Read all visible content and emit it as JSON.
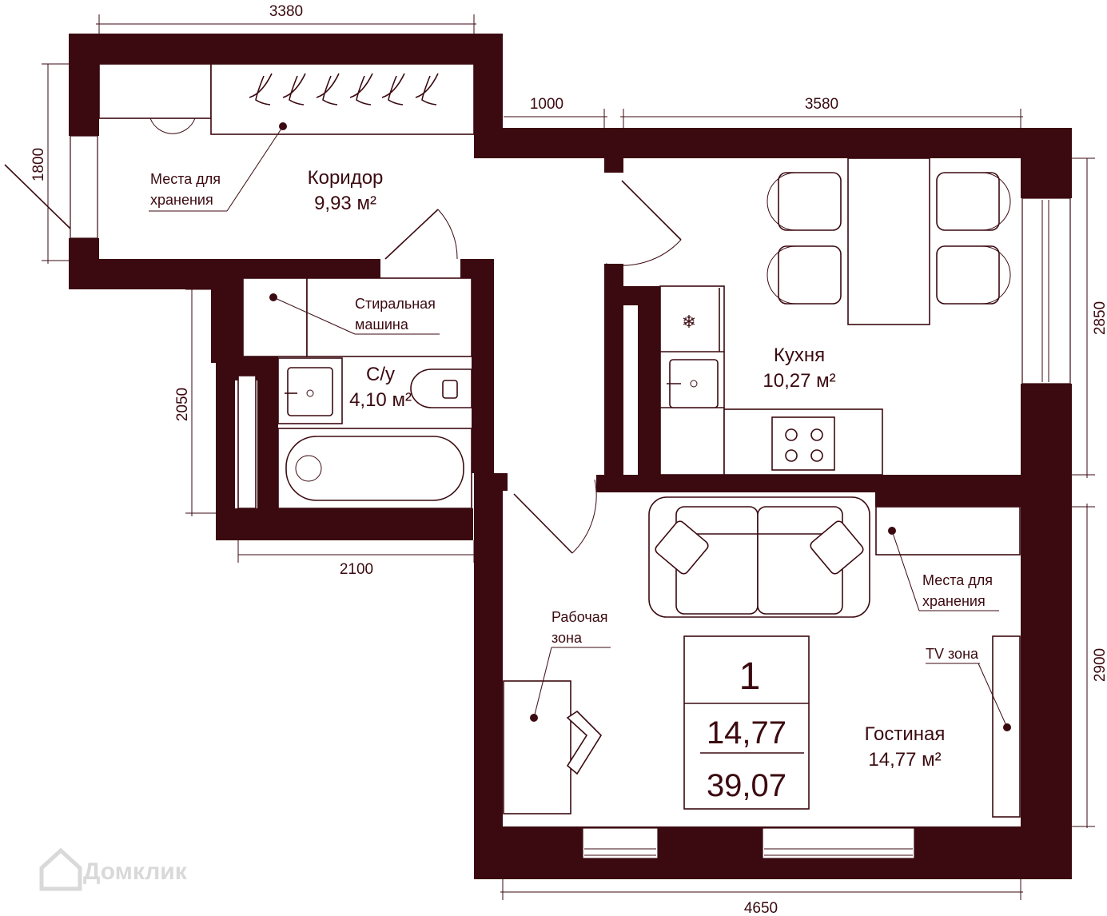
{
  "dimensions": {
    "top_left": "3380",
    "left_corridor": "1800",
    "door_gap": "1000",
    "kitchen_width": "3580",
    "kitchen_height": "2850",
    "bathroom_height": "2050",
    "bathroom_width": "2100",
    "living_height": "2900",
    "living_width": "4650"
  },
  "rooms": {
    "corridor": {
      "name": "Коридор",
      "area": "9,93 м²"
    },
    "bathroom": {
      "name": "С/у",
      "area": "4,10  м²"
    },
    "kitchen": {
      "name": "Кухня",
      "area": "10,27 м²"
    },
    "living": {
      "name": "Гостиная",
      "area": "14,77 м²"
    }
  },
  "labels": {
    "storage_top_1": "Места для",
    "storage_top_2": "хранения",
    "washer_1": "Стиральная",
    "washer_2": "машина",
    "storage_living_1": "Места для",
    "storage_living_2": "хранения",
    "work_1": "Рабочая",
    "work_2": "зона",
    "tv": "TV зона"
  },
  "summary": {
    "rooms": "1",
    "living_area": "14,77",
    "total_area": "39,07"
  },
  "watermark": "Домклик",
  "colors": {
    "wall": "#3b0a10",
    "watermark": "#d9d9d9"
  }
}
